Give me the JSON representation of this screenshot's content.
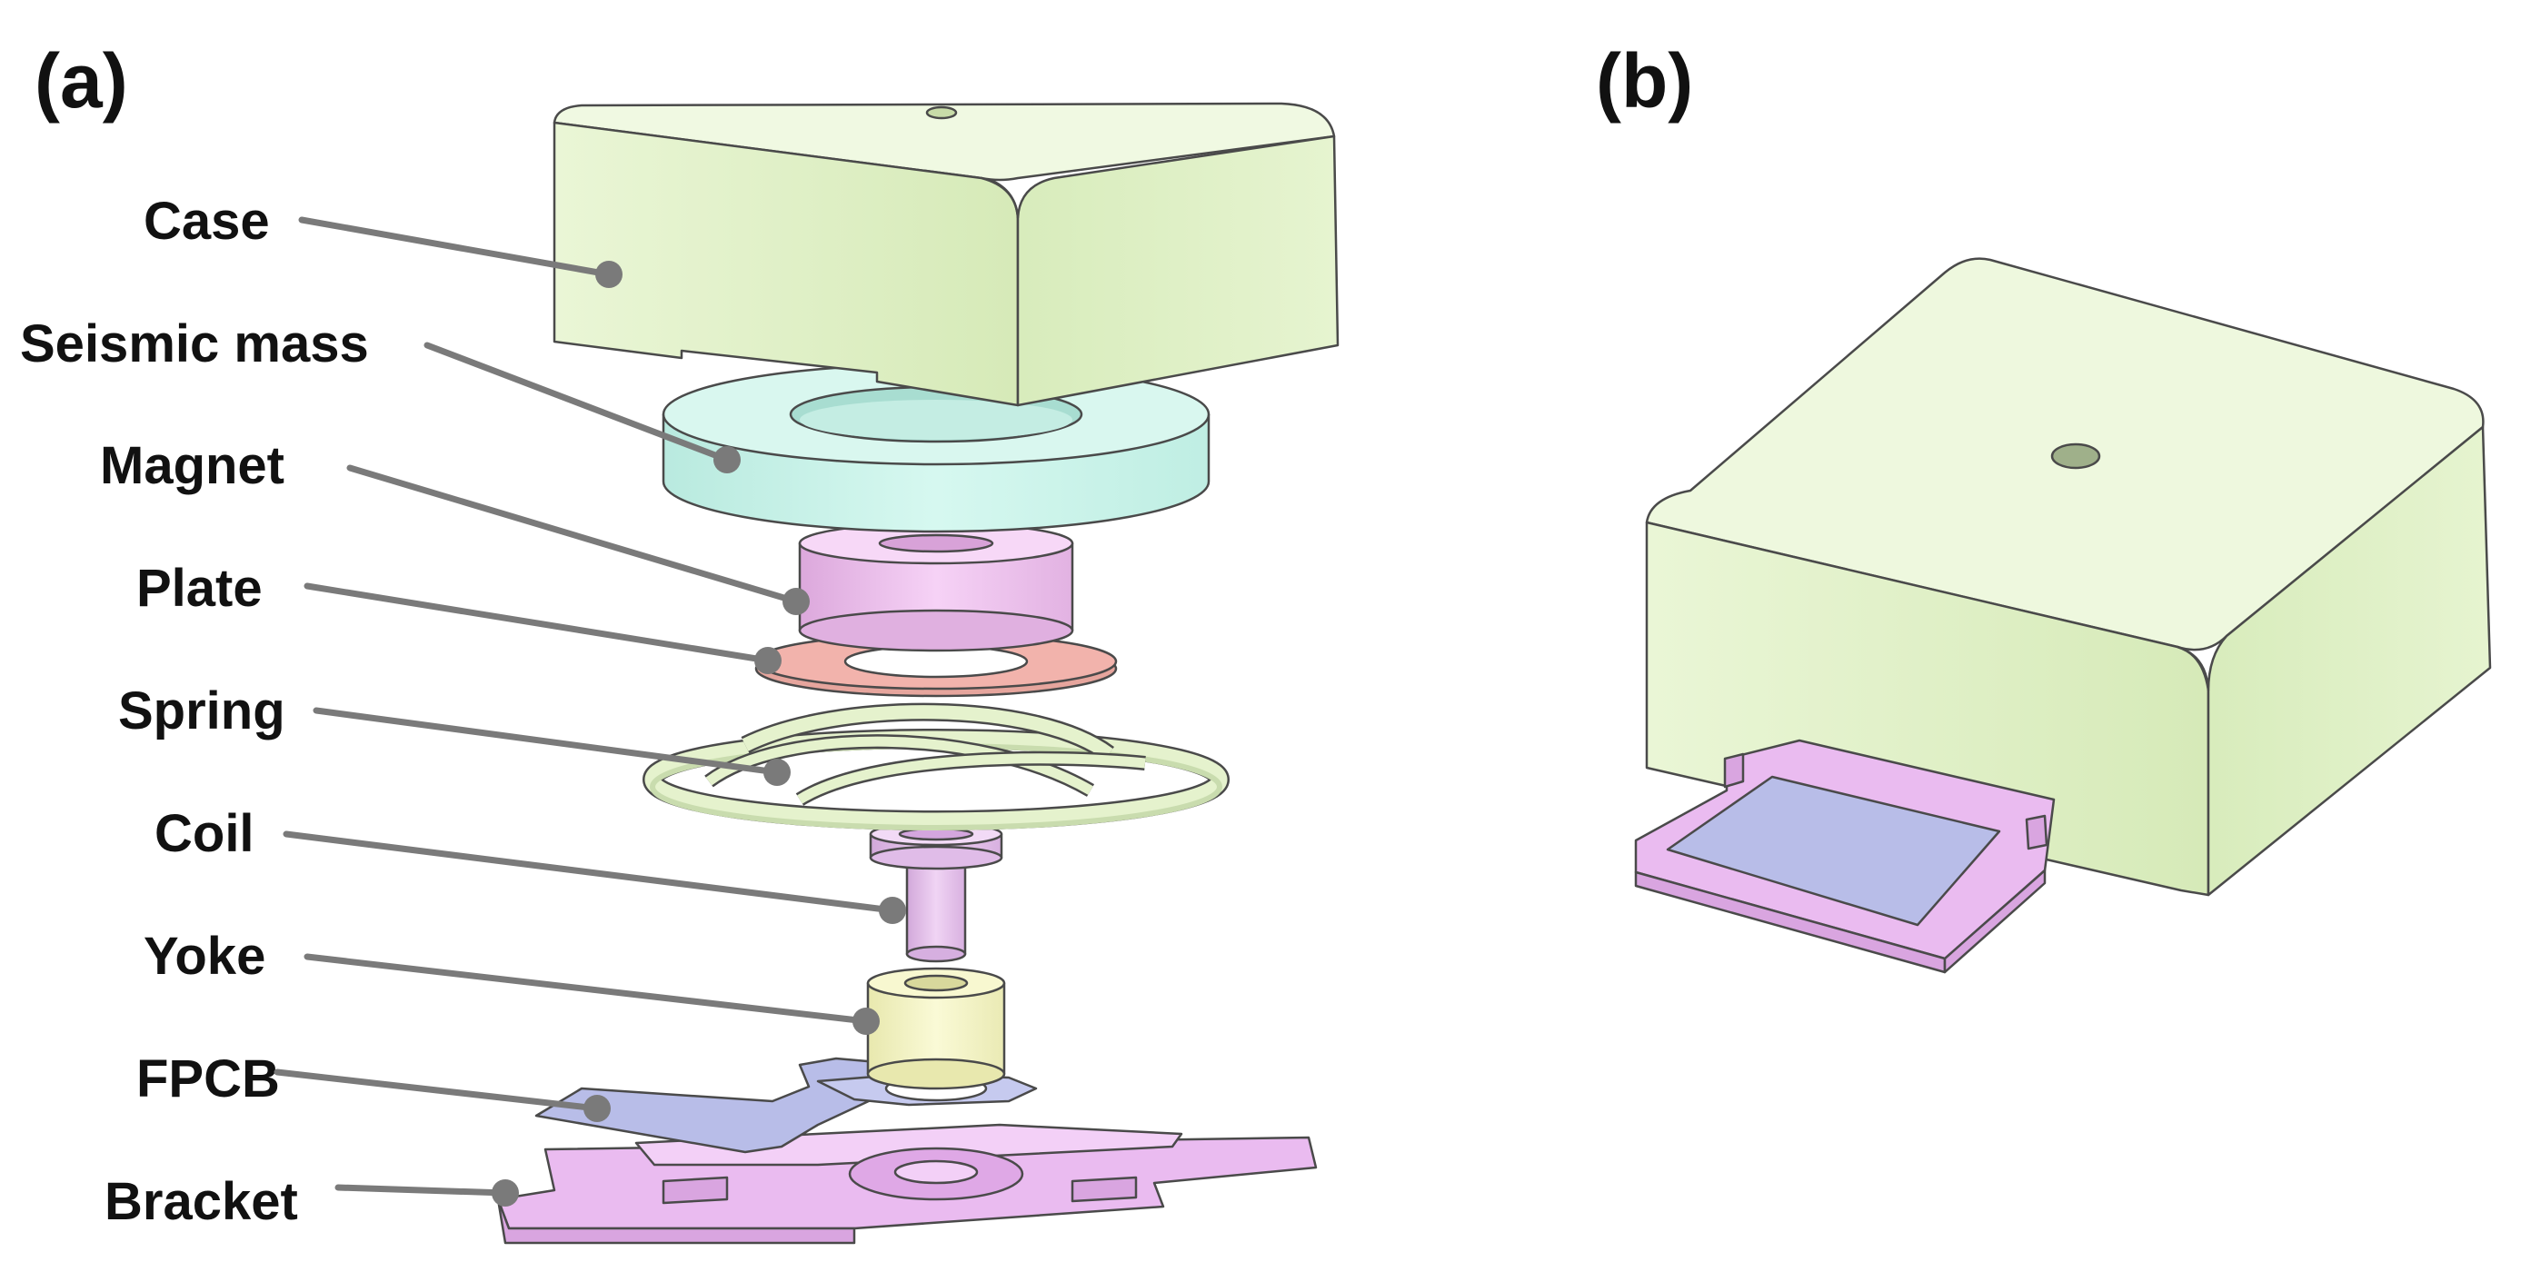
{
  "panels": {
    "a": "(a)",
    "b": "(b)"
  },
  "parts": [
    {
      "id": "case",
      "label": "Case"
    },
    {
      "id": "seismic-mass",
      "label": "Seismic mass"
    },
    {
      "id": "magnet",
      "label": "Magnet"
    },
    {
      "id": "plate",
      "label": "Plate"
    },
    {
      "id": "spring",
      "label": "Spring"
    },
    {
      "id": "coil",
      "label": "Coil"
    },
    {
      "id": "yoke",
      "label": "Yoke"
    },
    {
      "id": "fpcb",
      "label": "FPCB"
    },
    {
      "id": "bracket",
      "label": "Bracket"
    }
  ],
  "colors": {
    "case": "#e3f2c9",
    "seismic_mass": "#cdf5ec",
    "magnet": "#f2c8f2",
    "plate": "#f2b3ac",
    "spring": "#e5f2cd",
    "coil": "#e8c6ef",
    "yoke": "#f5f5c4",
    "fpcb": "#b8bde8",
    "bracket": "#eabbf0",
    "leader": "#7a7a7a"
  }
}
